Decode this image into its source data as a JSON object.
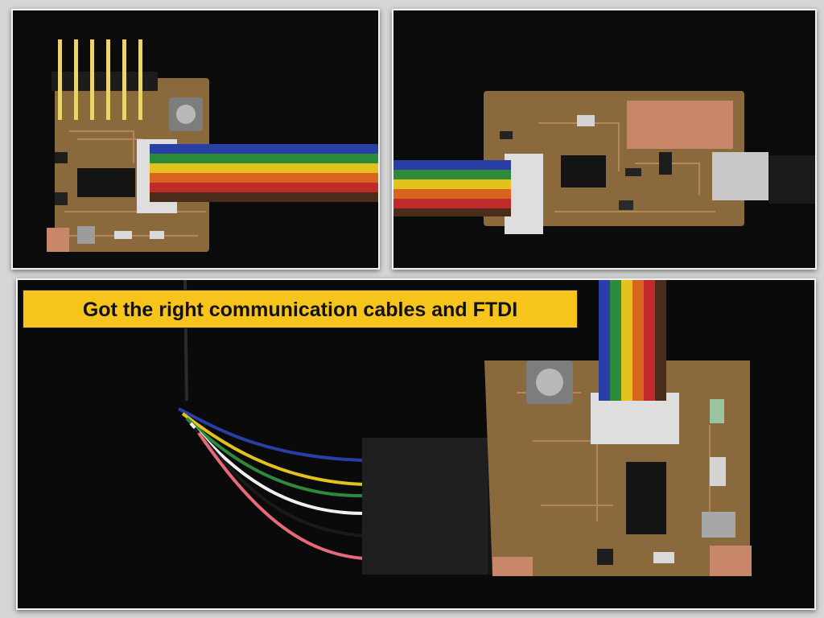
{
  "caption": {
    "text": "Got the right communication cables and FTDI",
    "background_color": "#f7c41b",
    "text_color": "#111111"
  },
  "photos": [
    {
      "subject": "pcb-with-pin-header-and-ribbon-cable"
    },
    {
      "subject": "ftdi-usb-adapter-board-with-ribbon-cable"
    },
    {
      "subject": "pcb-connected-to-ftdi-cable-and-ribbon-cable"
    }
  ],
  "colors": {
    "pcb": "#8a6a3c",
    "copper": "#c9876a",
    "ribbon_blue": "#2a3fa6",
    "ribbon_green": "#2c8a3a",
    "ribbon_yellow": "#e3c21d",
    "ribbon_orange": "#d8651e",
    "ribbon_red": "#c12a2a",
    "ribbon_brown": "#4a2c1a"
  }
}
